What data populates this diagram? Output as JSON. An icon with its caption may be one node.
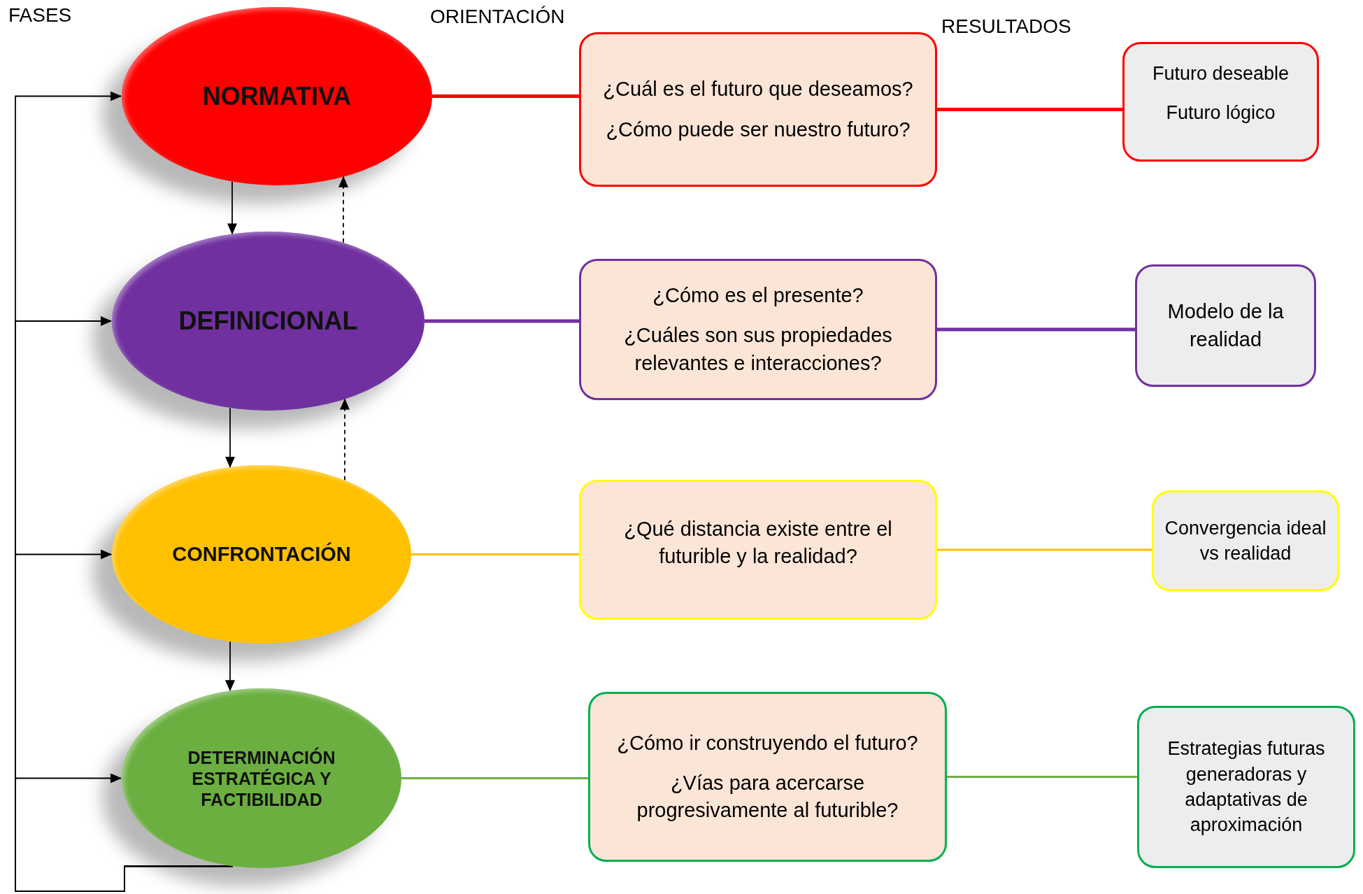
{
  "diagram": {
    "nodes": [
      {
        "text": [
          "NORMATIVA"
        ]
      },
      {
        "text": [
          "DEFINICIONAL"
        ]
      },
      {
        "text": [
          "CONFRONTACIÓN"
        ]
      },
      {
        "text": [
          "DETERMINACIÓN ESTRATÉGICA Y FACTIBILIDAD"
        ]
      },
      {
        "text": [
          "¿Cuál es el futuro que deseamos?",
          "¿Cómo puede ser nuestro futuro?"
        ]
      },
      {
        "text": [
          "¿Cómo es el presente?",
          "¿Cuáles son sus propiedades relevantes e interacciones?"
        ]
      },
      {
        "text": [
          "¿Qué distancia existe entre el futurible y la realidad?"
        ]
      },
      {
        "text": [
          "¿Cómo ir construyendo el futuro?",
          "¿Vías para acercarse progresivamente al futurible?"
        ]
      },
      {
        "text": [
          "Futuro deseable",
          "Futuro lógico"
        ]
      },
      {
        "text": [
          "Modelo de la realidad"
        ]
      },
      {
        "text": [
          "Convergencia ideal vs realidad"
        ]
      },
      {
        "text": [
          "Estrategias futuras generadoras y adaptativas de aproximación"
        ]
      }
    ],
    "edges": [
      {
        "from": 0,
        "to": 1,
        "arrow": "to"
      },
      {
        "from": 1,
        "to": 0,
        "arrow": "to",
        "style": "dashed"
      },
      {
        "from": 1,
        "to": 2,
        "arrow": "to"
      },
      {
        "from": 2,
        "to": 1,
        "arrow": "to",
        "style": "dashed"
      },
      {
        "from": 2,
        "to": 3,
        "arrow": "to"
      },
      {
        "from": 3,
        "to": 0,
        "arrow": "to"
      },
      {
        "from": 3,
        "to": 1,
        "arrow": "to"
      },
      {
        "from": 3,
        "to": 2,
        "arrow": "to"
      },
      {
        "from": 3,
        "to": 3,
        "arrow": "to"
      },
      {
        "from": 0,
        "to": 4,
        "arrow": "none",
        "style": "thick",
        "color": "#ff0000"
      },
      {
        "from": 4,
        "to": 8,
        "arrow": "none",
        "style": "thick",
        "color": "#ff0000"
      },
      {
        "from": 1,
        "to": 5,
        "arrow": "none",
        "style": "thick",
        "color": "#7030a0"
      },
      {
        "from": 5,
        "to": 9,
        "arrow": "none",
        "style": "thick",
        "color": "#7030a0"
      },
      {
        "from": 2,
        "to": 6,
        "arrow": "none",
        "color": "#ffc000"
      },
      {
        "from": 6,
        "to": 10,
        "arrow": "none",
        "color": "#ffc000"
      },
      {
        "from": 3,
        "to": 7,
        "arrow": "none",
        "color": "#70ad47"
      },
      {
        "from": 7,
        "to": 11,
        "arrow": "none",
        "color": "#70ad47"
      }
    ],
    "labels": [
      "FASES",
      "ORIENTACIÓN",
      "RESULTADOS"
    ]
  }
}
